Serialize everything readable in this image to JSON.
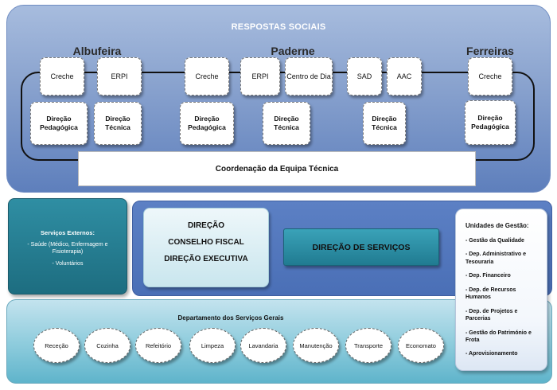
{
  "top": {
    "title": "RESPOSTAS SOCIAIS",
    "groups": [
      "Albufeira",
      "Paderne",
      "Ferreiras"
    ],
    "boxes": [
      "Creche",
      "ERPI",
      "Creche",
      "ERPI",
      "Centro de Dia",
      "SAD",
      "AAC",
      "Creche"
    ],
    "directions": [
      [
        "Direção",
        "Pedagógica"
      ],
      [
        "Direção",
        "Técnica"
      ],
      [
        "Direção",
        "Pedagógica"
      ],
      [
        "Direção",
        "Técnica"
      ],
      [
        "Direção",
        "Técnica"
      ],
      [
        "Direção",
        "Pedagógica"
      ]
    ],
    "coordination": "Coordenação da Equipa Técnica"
  },
  "external": {
    "title": "Serviços Externos:",
    "items": [
      "- Saúde (Médico, Enfermagem e Fisioterapia)",
      "- Voluntários"
    ]
  },
  "management": {
    "lines": [
      "DIREÇÃO",
      "CONSELHO FISCAL",
      "DIREÇÃO EXECUTIVA"
    ],
    "services": "DIREÇÃO DE SERVIÇOS"
  },
  "units": {
    "title": "Unidades de Gestão:",
    "items": [
      "- Gestão da Qualidade",
      "- Dep. Administrativo e Tesouraria",
      "- Dep. Financeiro",
      "- Dep. de Recursos Humanos",
      "- Dep. de Projetos e Parcerias",
      "- Gestão do Património e Frota",
      "- Aprovisionamento"
    ]
  },
  "general": {
    "title": "Departamento dos Serviços Gerais",
    "items": [
      "Receção",
      "Cozinha",
      "Refeitório",
      "Limpeza",
      "Lavandaria",
      "Manutenção",
      "Transporte",
      "Economato"
    ]
  }
}
